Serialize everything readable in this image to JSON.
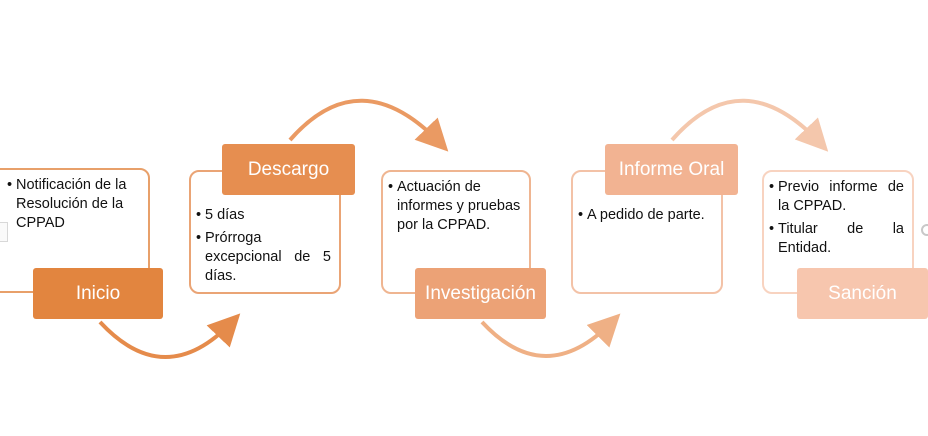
{
  "stages": [
    {
      "label": "Inicio",
      "items": [
        "Notificación de la Resolución de la CPPAD"
      ],
      "color": "#E2853F",
      "border": "#E8A06A"
    },
    {
      "label": "Descargo",
      "items": [
        "5 días",
        "Prórroga excepcional de 5 días."
      ],
      "color": "#E68E50",
      "border": "#EAA475"
    },
    {
      "label": "Investigación",
      "items": [
        "Actuación de informes y pruebas por la CPPAD."
      ],
      "color": "#ECA276",
      "border": "#EFB591"
    },
    {
      "label": "Informe Oral",
      "items": [
        "A pedido de parte."
      ],
      "color": "#F2B392",
      "border": "#F3C2A7"
    },
    {
      "label": "Sanción",
      "items": [
        "Previo informe de la CPPAD.",
        "Titular de la Entidad."
      ],
      "color": "#F7C6AE",
      "border": "#F8D3C0"
    }
  ],
  "arrow_colors": [
    "#E58B4B",
    "#EA9A63",
    "#EFB085",
    "#F4C7AC"
  ]
}
